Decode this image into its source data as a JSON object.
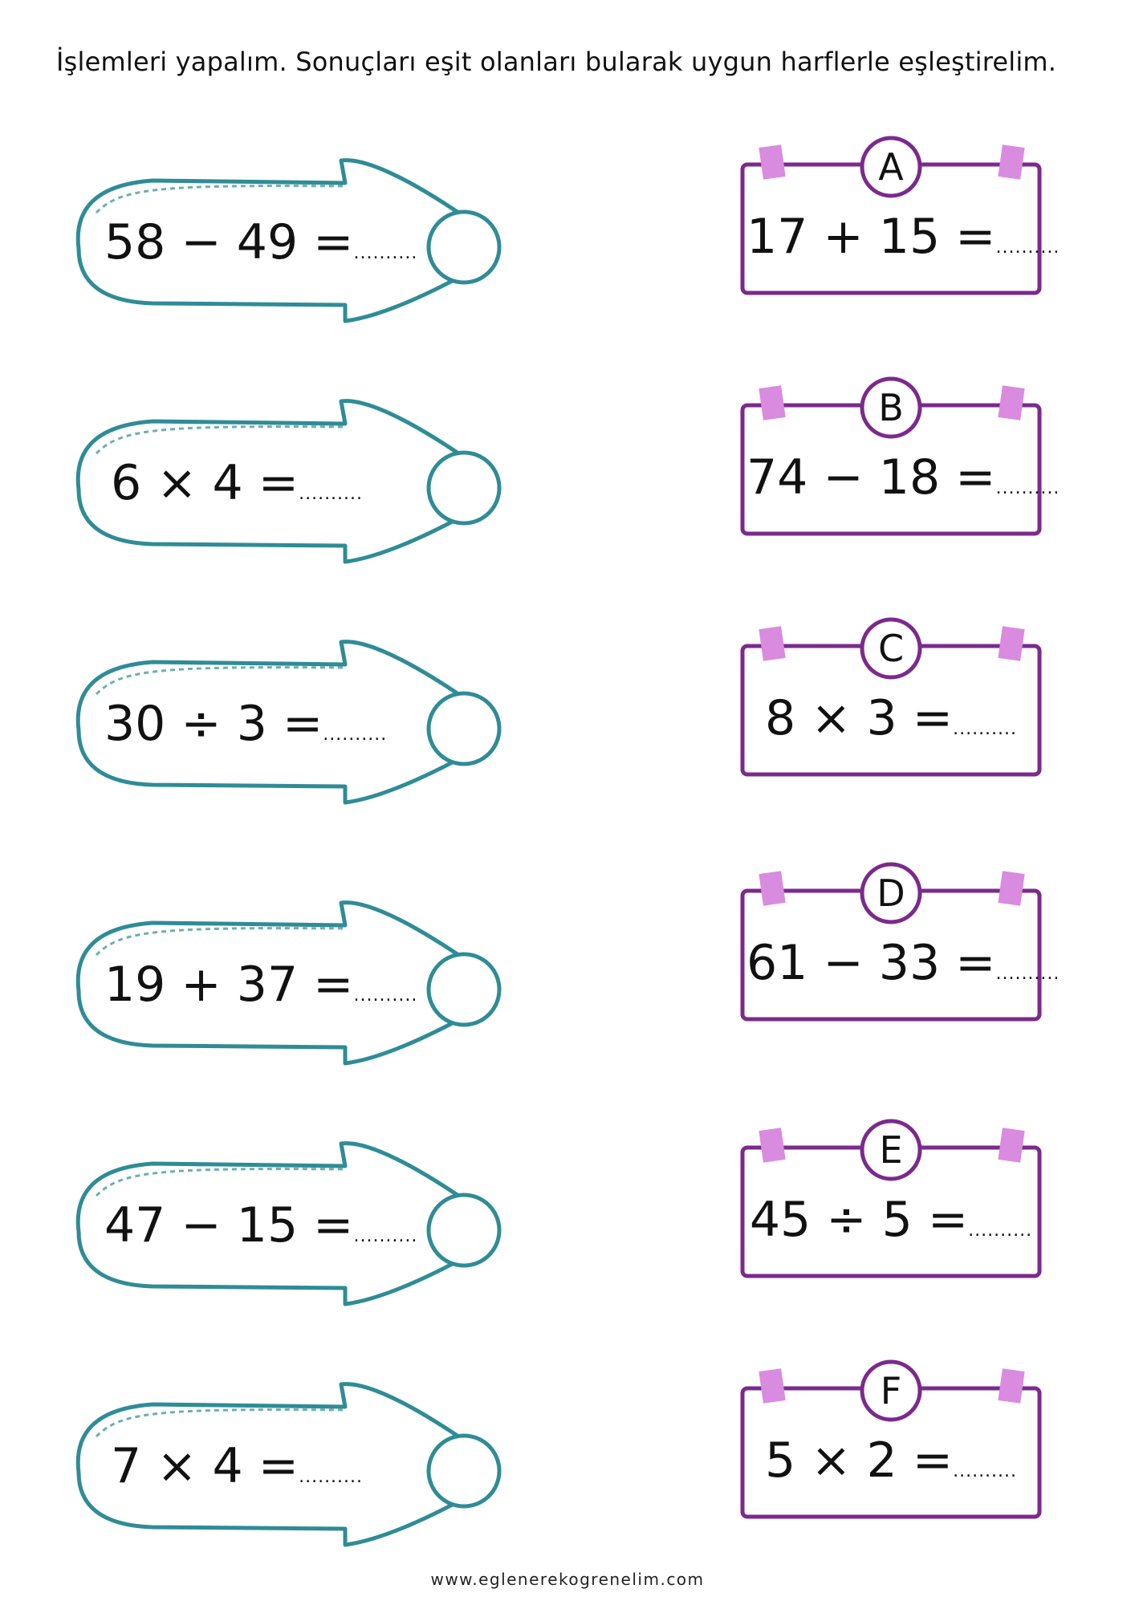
{
  "instruction": "İşlemleri yapalım. Sonuçları eşit olanları bularak uygun harflerle eşleştirelim.",
  "answer_blank": "..........",
  "colors": {
    "arrow": "#2f8c96",
    "card": "#7b2a8c",
    "tape": "#d98be0"
  },
  "left_items": [
    {
      "expression": "58 − 49 ="
    },
    {
      "expression": "6 × 4 ="
    },
    {
      "expression": "30 ÷ 3 ="
    },
    {
      "expression": "19 + 37 ="
    },
    {
      "expression": "47 − 15 ="
    },
    {
      "expression": "7 × 4 ="
    }
  ],
  "right_items": [
    {
      "letter": "A",
      "expression": "17 + 15 ="
    },
    {
      "letter": "B",
      "expression": "74 − 18 ="
    },
    {
      "letter": "C",
      "expression": "8 × 3 ="
    },
    {
      "letter": "D",
      "expression": "61 − 33 ="
    },
    {
      "letter": "E",
      "expression": "45 ÷ 5 ="
    },
    {
      "letter": "F",
      "expression": "5 × 2 ="
    }
  ],
  "footer": "www.eglenerekogrenelim.com"
}
